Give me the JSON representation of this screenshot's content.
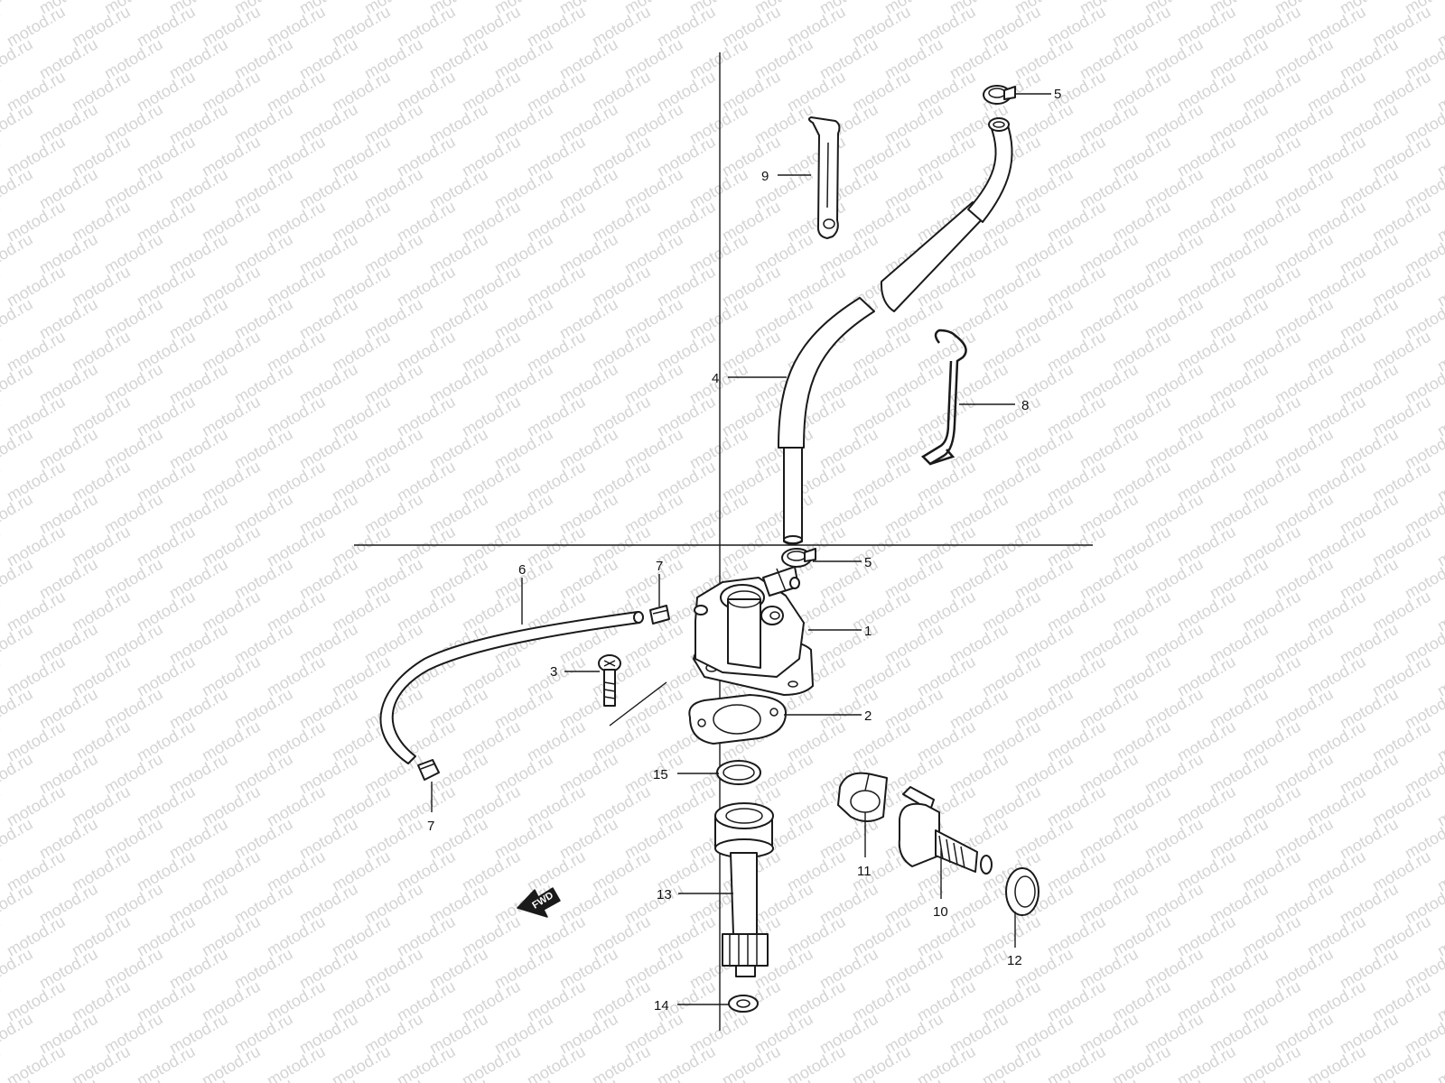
{
  "watermark": {
    "text": "motod.ru"
  },
  "colors": {
    "line": "#1a1a1a",
    "watermark": "#d4d4d4",
    "background": "#ffffff"
  },
  "fwd_label": "FWD",
  "callouts": {
    "c1": "1",
    "c2": "2",
    "c3": "3",
    "c4": "4",
    "c5a": "5",
    "c5b": "5",
    "c6": "6",
    "c7a": "7",
    "c7b": "7",
    "c8": "8",
    "c9": "9",
    "c10": "10",
    "c11": "11",
    "c12": "12",
    "c13": "13",
    "c14": "14",
    "c15": "15"
  }
}
